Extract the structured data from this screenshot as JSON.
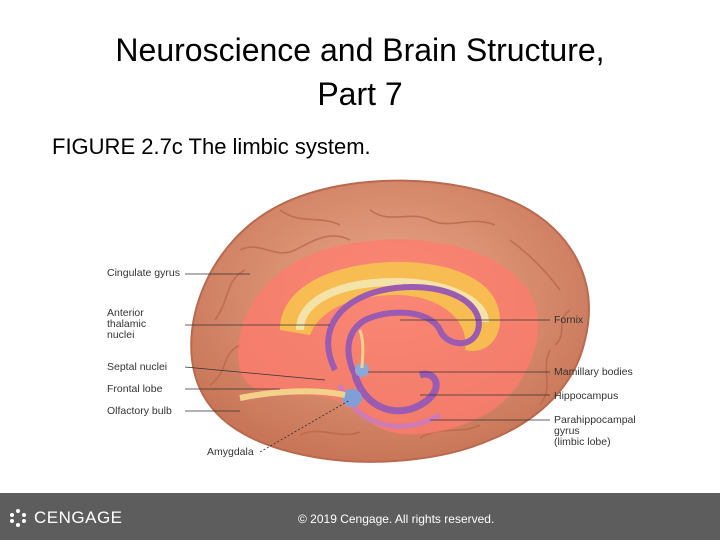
{
  "slide": {
    "title_line1": "Neuroscience and Brain Structure,",
    "title_line2": "Part 7",
    "caption": "FIGURE 2.7c The limbic system."
  },
  "diagram_labels": {
    "cingulate_gyrus": "Cingulate gyrus",
    "anterior_thalamic_line1": "Anterior",
    "anterior_thalamic_line2": "thalamic",
    "anterior_thalamic_line3": "nuclei",
    "septal_nuclei": "Septal nuclei",
    "frontal_lobe": "Frontal lobe",
    "olfactory_bulb": "Olfactory bulb",
    "amygdala": "Amygdala",
    "fornix": "Fornix",
    "mamillary_bodies": "Mamillary bodies",
    "hippocampus": "Hippocampus",
    "parahippocampal_line1": "Parahippocampal",
    "parahippocampal_line2": "gyrus",
    "parahippocampal_line3": "(limbic lobe)"
  },
  "footer": {
    "brand": "CENGAGE",
    "copyright": "© 2019 Cengage. All rights reserved."
  },
  "colors": {
    "brain": "#e0987a",
    "limbic_glow": "#ff7b6e",
    "cingulate": "#f6c24f",
    "fornix": "#9a5bb0",
    "footer": "#5d5d5d"
  }
}
